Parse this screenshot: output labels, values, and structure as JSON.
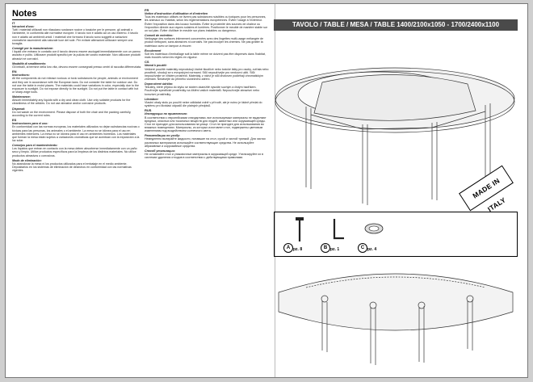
{
  "notes": {
    "title": "Notes",
    "sections": [
      {
        "lang": "IT",
        "sub": "Istruzioni d'uso:",
        "body": "Tutti i materiali utilizzati non rilasciano sostanze nocive o tossiche per le persone, gli animali o l'ambiente, in conformità alle normative europee. Il tavolo non è adatto ad un uso esterno. Il tavolo non è adatto ad ambienti umidi. I materiali che formano il tavolo sono soggetti a variazioni cromatiche ascendenti alla naturale luce del sole. Per evitare alterazioni utilizzare sempre una tovaglia."
      },
      {
        "lang": "",
        "sub": "Consigli per la manutenzione:",
        "body": "I liquidi che entrano in contatto con il tavolo devono essere asciugati immediatamente con un panno asciutto e pulito. Utilizzare prodotti specifici per la pulizia del vostro materiale. Non utilizzare prodotti abrasivi né corrosivi."
      },
      {
        "lang": "",
        "sub": "Modalità di smaltimento:",
        "body": "Gli imballi, al termine della loro vita, devono essere consegnati presso centri di raccolta differenziata."
      },
      {
        "lang": "EN",
        "sub": "Instructions:",
        "body": "All the components do not release noxious or toxic substances for people, animals or environment and they are in accordance with the European laws. Do not consider the table for outdoor use. Do not use the table in moist places. The materials could have variations in color, especially due to the exposure to sunlight. Do not expose directly to the sunlight. Do not put the table in contact with hot or sharp-edge tools."
      },
      {
        "lang": "",
        "sub": "Maintenance:",
        "body": "Absorb immediately any liquids with a dry and clean cloth. Use only suitable products for the cleanliness of the articles. Do not use abrasive and/or corrosive products."
      },
      {
        "lang": "",
        "sub": "Disposal:",
        "body": "Do not waste on the environment. Please dispose of both the chair and the packing carefully, according to the current rules."
      },
      {
        "lang": "ES",
        "sub": "Instrucciones para el uso:",
        "body": "En conformidad con las normas europeas, los materiales utilizados no dejan substancias nocivas o tóxicas para las personas, los animales o el ambiente. La mesa no se idónea para el uso en ambientes exteriores. La mesa no se idónea para el uso en ambientes húmedos. Los materiales que forman la mesa están sujetos a variaciones cromáticas que se acentúan con la exposición a la luz solar."
      },
      {
        "lang": "",
        "sub": "Consejos para el mantenimiento:",
        "body": "Los líquidos que entran en contacto con la mesa deben absorberse inmediatamente con un paño seco y limpio. Utilice productos específicos para la limpieza de los distintos materiales. No utilice productos abrasivos o corrosivos."
      },
      {
        "lang": "",
        "sub": "Modo de eliminación:",
        "body": "No abandonar la mesa ni los productos utilizados para el embalaje en el medio ambiente. Depositarlos en los sistemas de eliminación de desechos en conformidad con las normativas vigentes."
      }
    ],
    "sections_b": [
      {
        "lang": "FR",
        "sub": "Notice d'instruction d'utilisation et d'entretien",
        "body": "Tous les matériaux utilisés ne livrent pas substances nuisibles ou toxiques pour les personnes, les animaux ou l'habitat, selon les réglementations européennes. Éviter l'usage à l'extérieur. Éviter l'exposition dans des locaux humides. Éviter la proximité des sources de chaleur ou l'exposition directe aux rayons solaires et lumières. Positionner le meuble de manière stable sur un sol plan. Éviter d'utiliser le meuble sur plans instables ou dangereux."
      },
      {
        "lang": "",
        "sub": "Conseil de entretien:",
        "body": "Nettoyage des surfaces intimement concernées avec des lingettes multi-usage mélangée de produit nettoyant, sans abrasives ni corrosifs. Ne pas inculper les chemins. Ne pas gratter la matériaux avec un tampon à récurer."
      },
      {
        "lang": "",
        "sub": "Écoulement",
        "body": "Soit les matériaux d'emballage soit la table même ne doivent pas être dispersés dans l'habitat, mais écoulés selon les règles en vigueur."
      },
      {
        "lang": "CS",
        "sub": "Návod k použití:",
        "body": "Veškeré použité materiály neprodukují žádné škodlivé nebo toxické látky pro osoby, zvířata nebo prostředí, shodují se s evropskými normami. Stůl nepoužívejte pro venkovní užití. Stůl nepoužívejte ve vlhkém prostředí. Materiály, z nichž je stůl zhotoven podléhají chromatickým změnám. Nedávejte do přímého slunečního záření."
      },
      {
        "lang": "",
        "sub": "Doporučené údržba:",
        "body": "Tekutiny, které přijdou do styku se stolem okamžitě vysušte suchým a čistým hadříkem. Používejte specifické prostředky na čištění vašich materiálů. Nepoužívejte abrazivní nebo korozivní prostředky."
      },
      {
        "lang": "",
        "sub": "Likvidace:",
        "body": "Vlastní obaly stolu po použití nelze odkládat volně v přírodě, ale je nutno je řádně předat do systému pro likvidaci odpadů dle platných předpisů."
      },
      {
        "lang": "RUS",
        "sub": "Инструкции по применению:",
        "body": "В соответствии с европейскими стандартами, все используемые материалы не выделяют вредных, опасных или токсичных веществ для людей, животных или окружающей среды. Стол не пригоден для использования на улице. Стол не пригоден для использования во влажных помещениях. Материалы, из которых изготовлен стол, подвержены цветовым изменениям под воздействием солнечного света."
      },
      {
        "lang": "",
        "sub": "Рекомендации по уходу:",
        "body": "Немедленно вытирайте жидкости, попавшие на стол, сухой и чистой тряпкой. Для чистки различных материалов используйте соответствующие средства. Не используйте абразивные и коррозийные средства."
      },
      {
        "lang": "",
        "sub": "Способ утилизации:",
        "body": "Не оставляйте стол и упаковочные материалы в окружающей среде. Утилизируйте их в системах удаления отходов в соответствии с действующими правилами."
      }
    ]
  },
  "product": {
    "title": "TAVOLO / TABLE / MESA / TABLE 1400/2100x1050 - 1700/2400x1100",
    "stamp": "MADE IN ITALY"
  },
  "parts": [
    {
      "letter": "A",
      "qty": "pz. 8"
    },
    {
      "letter": "B",
      "qty": "pz. 1"
    },
    {
      "letter": "C",
      "qty": "pz. 4"
    }
  ]
}
